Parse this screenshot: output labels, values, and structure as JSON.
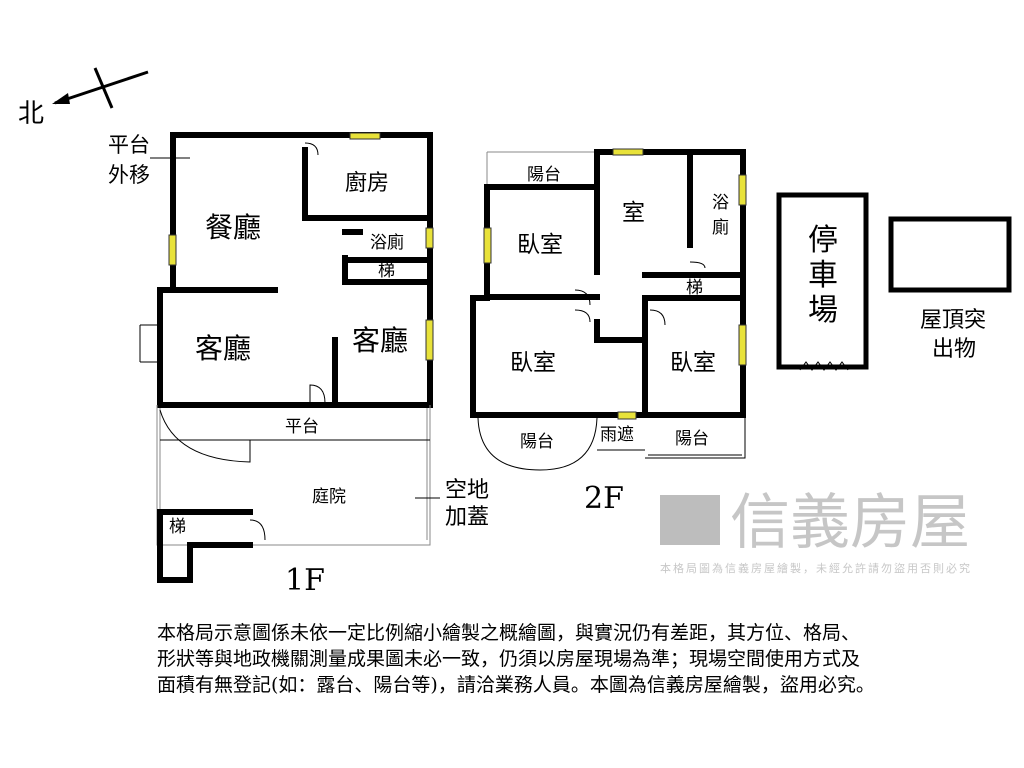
{
  "compass": {
    "north_label": "北"
  },
  "floor1": {
    "title": "1F",
    "rooms": {
      "platform_shift": [
        "平台",
        "外移"
      ],
      "dining": "餐廳",
      "kitchen": "廚房",
      "bathroom": "浴廁",
      "stairs": "梯",
      "living_left": "客廳",
      "living_right": "客廳",
      "platform": "平台",
      "courtyard": "庭院",
      "stairs_lower": "梯",
      "open_space": [
        "空地",
        "加蓋"
      ]
    }
  },
  "floor2": {
    "title": "2F",
    "rooms": {
      "balcony_top": "陽台",
      "bedroom_top": "臥室",
      "room": "室",
      "bathroom": [
        "浴",
        "廁"
      ],
      "stairs": "梯",
      "bedroom_left": "臥室",
      "bedroom_right": "臥室",
      "balcony_left": "陽台",
      "canopy": "雨遮",
      "balcony_right": "陽台"
    }
  },
  "parking": {
    "label": [
      "停",
      "車",
      "場"
    ]
  },
  "roof": {
    "label": [
      "屋頂突",
      "出物"
    ]
  },
  "watermark": {
    "brand": "信義房屋",
    "note": "本格局圖為信義房屋繪製，未經允許請勿盜用否則必究"
  },
  "colors": {
    "window": "#e8e23a",
    "wall": "#000000",
    "watermark": "#a0a0a0"
  },
  "notice": [
    "本格局示意圖係未依一定比例縮小繪製之概繪圖，與實況仍有差距，其方位、格局、",
    "形狀等與地政機關測量成果圖未必一致，仍須以房屋現場為準；現場空間使用方式及",
    "面積有無登記(如：露台、陽台等)，請洽業務人員。本圖為信義房屋繪製，盜用必究。"
  ]
}
